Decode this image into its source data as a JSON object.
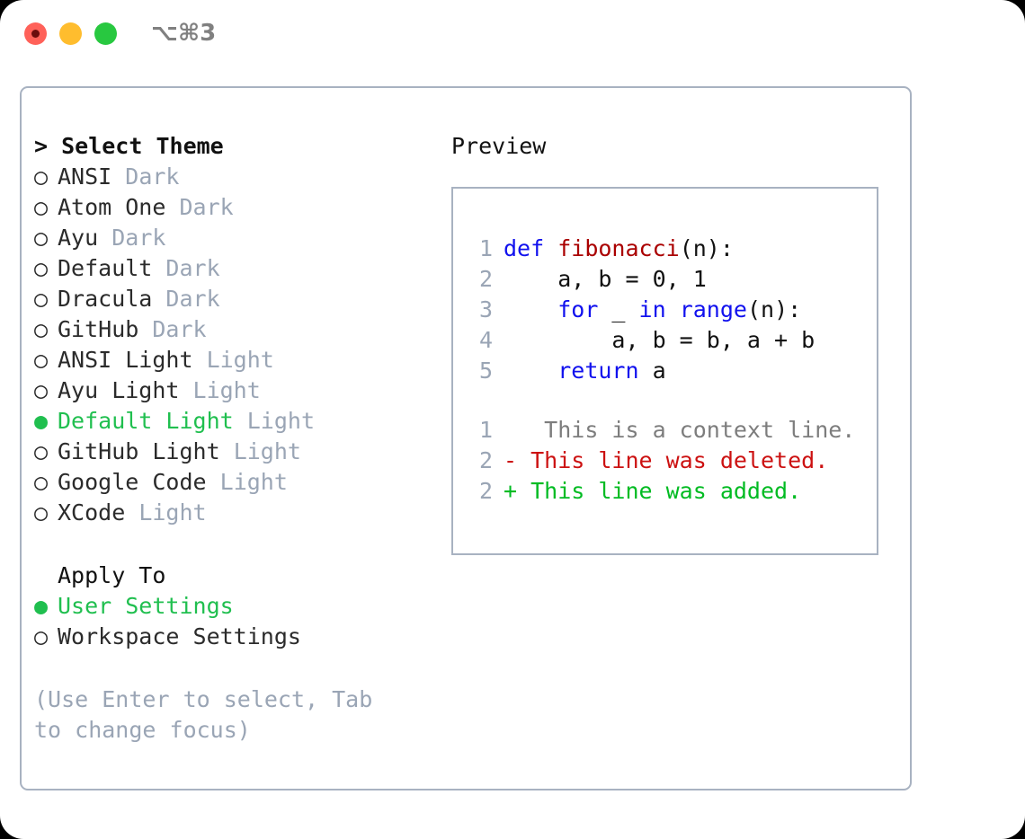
{
  "titlebar": {
    "lights": [
      {
        "name": "close",
        "color": "#ff6159"
      },
      {
        "name": "minimize",
        "color": "#ffbd2e"
      },
      {
        "name": "zoom",
        "color": "#28c840"
      }
    ],
    "shortcut": "⌥⌘3"
  },
  "theme_picker": {
    "header": "> Select Theme",
    "selected_marker": "●",
    "unselected_marker": "○",
    "items": [
      {
        "marker": "○",
        "label": "ANSI",
        "variant": "Dark",
        "selected": false
      },
      {
        "marker": "○",
        "label": "Atom One",
        "variant": "Dark",
        "selected": false
      },
      {
        "marker": "○",
        "label": "Ayu",
        "variant": "Dark",
        "selected": false
      },
      {
        "marker": "○",
        "label": "Default",
        "variant": "Dark",
        "selected": false
      },
      {
        "marker": "○",
        "label": "Dracula",
        "variant": "Dark",
        "selected": false
      },
      {
        "marker": "○",
        "label": "GitHub",
        "variant": "Dark",
        "selected": false
      },
      {
        "marker": "○",
        "label": "ANSI Light",
        "variant": "Light",
        "selected": false
      },
      {
        "marker": "○",
        "label": "Ayu Light",
        "variant": "Light",
        "selected": false
      },
      {
        "marker": "●",
        "label": "Default Light",
        "variant": "Light",
        "selected": true
      },
      {
        "marker": "○",
        "label": "GitHub Light",
        "variant": "Light",
        "selected": false
      },
      {
        "marker": "○",
        "label": "Google Code",
        "variant": "Light",
        "selected": false
      },
      {
        "marker": "○",
        "label": "XCode",
        "variant": "Light",
        "selected": false
      }
    ]
  },
  "apply_to": {
    "header": "Apply To",
    "options": [
      {
        "marker": "●",
        "label": "User Settings",
        "selected": true
      },
      {
        "marker": "○",
        "label": "Workspace Settings",
        "selected": false
      }
    ]
  },
  "hint": "(Use Enter to select, Tab to change focus)",
  "preview": {
    "title": "Preview",
    "code_lines": [
      {
        "no": "1",
        "tokens": [
          {
            "t": "def",
            "c": "kw"
          },
          {
            "t": " ",
            "c": "plain"
          },
          {
            "t": "fibonacci",
            "c": "fn"
          },
          {
            "t": "(n):",
            "c": "plain"
          }
        ]
      },
      {
        "no": "2",
        "tokens": [
          {
            "t": "    a, b = 0, 1",
            "c": "plain"
          }
        ]
      },
      {
        "no": "3",
        "tokens": [
          {
            "t": "    ",
            "c": "plain"
          },
          {
            "t": "for",
            "c": "kw"
          },
          {
            "t": " _ ",
            "c": "plain"
          },
          {
            "t": "in",
            "c": "kw"
          },
          {
            "t": " ",
            "c": "plain"
          },
          {
            "t": "range",
            "c": "kw"
          },
          {
            "t": "(n):",
            "c": "plain"
          }
        ]
      },
      {
        "no": "4",
        "tokens": [
          {
            "t": "        a, b = b, a + b",
            "c": "plain"
          }
        ]
      },
      {
        "no": "5",
        "tokens": [
          {
            "t": "    ",
            "c": "plain"
          },
          {
            "t": "return",
            "c": "kw"
          },
          {
            "t": " a",
            "c": "plain"
          }
        ]
      }
    ],
    "diff_lines": [
      {
        "no": "1",
        "sign": " ",
        "text": "  This is a context line.",
        "kind": "context"
      },
      {
        "no": "2",
        "sign": "-",
        "text": " This line was deleted.",
        "kind": "removed"
      },
      {
        "no": "2",
        "sign": "+",
        "text": " This line was added.",
        "kind": "added"
      }
    ]
  },
  "colors": {
    "accent_green": "#20bf4f",
    "muted": "#9aa5b5",
    "border": "#a8b2c1",
    "keyword": "#1111ee",
    "function": "#aa0000",
    "diff_removed": "#cc1111",
    "diff_added": "#00bb22",
    "diff_context": "#7d7d7d"
  }
}
